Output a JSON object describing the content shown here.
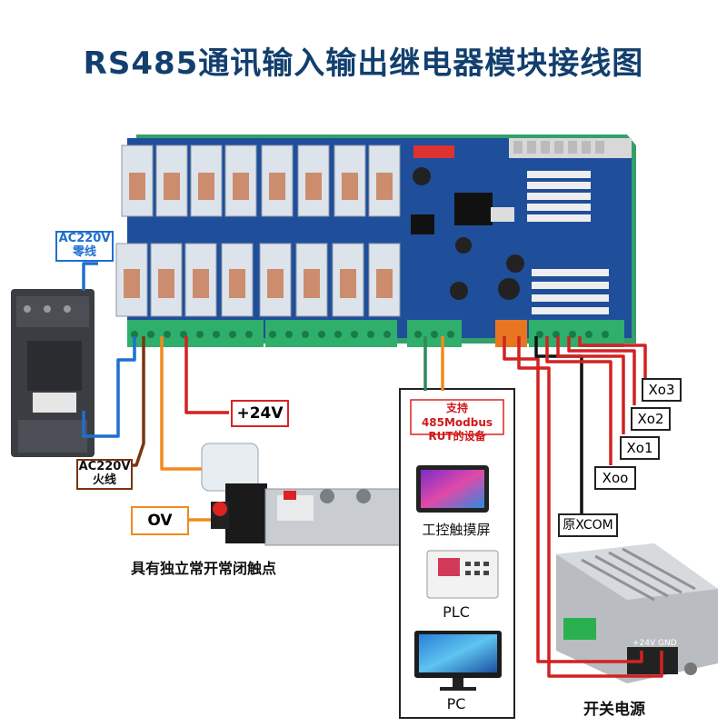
{
  "title": "RS485通讯输入输出继电器模块接线图",
  "labels": {
    "ac220_neutral": "AC220V\n零线",
    "ac220_live": "AC220V\n火线",
    "plus24v": "+24V",
    "zero_v": "OV",
    "solenoid_caption": "具有独立常开常闭触点",
    "device_box_title": "支持485Modbus\nRUT的设备",
    "touchscreen": "工控触摸屏",
    "plc": "PLC",
    "pc": "PC",
    "xo3": "Xo3",
    "xo2": "Xo2",
    "xo1": "Xo1",
    "xoo": "Xoo",
    "xcom": "原XCOM",
    "power_supply": "开关电源",
    "psu_terminal": "+24V GND"
  },
  "colors": {
    "title": "#123f6e",
    "wire_blue": "#1e6fd0",
    "wire_brown": "#7a3510",
    "wire_orange": "#f08a1e",
    "wire_red": "#d22222",
    "wire_black": "#111111",
    "wire_green": "#2e8b57",
    "board_blue": "#1f4f9a",
    "terminal_green": "#2fae6c"
  },
  "icons": [
    "relay-module-board",
    "contactor-icon",
    "solenoid-valve-icon",
    "touchscreen-icon",
    "plc-icon",
    "pc-monitor-icon",
    "switching-power-supply-icon"
  ]
}
